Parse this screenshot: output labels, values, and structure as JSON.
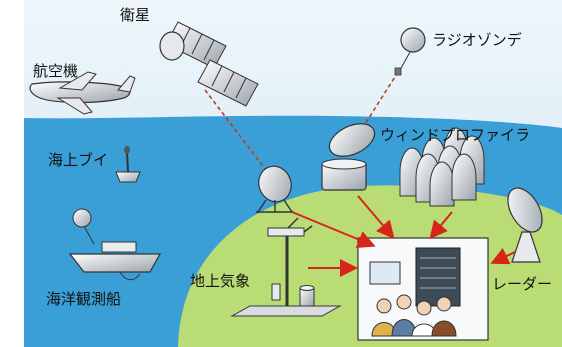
{
  "labels": {
    "satellite": "衛星",
    "radiosonde": "ラジオゾンデ",
    "aircraft": "航空機",
    "buoy": "海上ブイ",
    "wind_profiler": "ウィンドプロファイラ",
    "ship": "海洋観測船",
    "surface": "地上気象",
    "radar": "レーダー"
  },
  "colors": {
    "sky": "#dcecf6",
    "ocean": "#3a9fd6",
    "land": "#b9dc74",
    "arrow": "#d8251c",
    "dashed": "#c0392b"
  }
}
